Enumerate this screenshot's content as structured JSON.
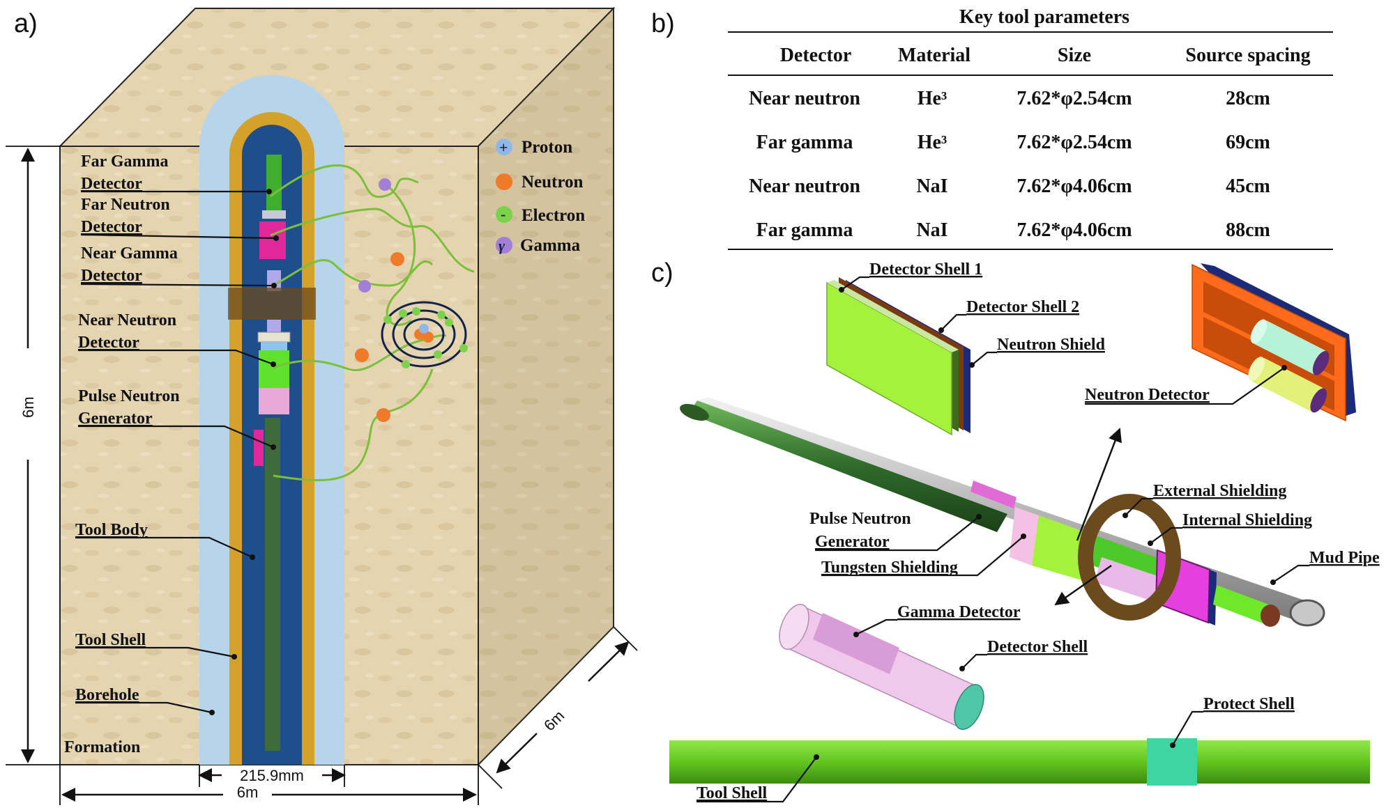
{
  "panels": {
    "a": "a)",
    "b": "b)",
    "c": "c)"
  },
  "panel_a": {
    "labels": {
      "far_gamma_1": "Far Gamma",
      "far_gamma_2": "Detector",
      "far_neutron_1": "Far Neutron",
      "far_neutron_2": "Detector",
      "near_gamma_1": "Near Gamma",
      "near_gamma_2": "Detector",
      "near_neutron_1": "Near Neutron",
      "near_neutron_2": "Detector",
      "png_1": "Pulse Neutron",
      "png_2": "Generator",
      "tool_body": "Tool Body",
      "tool_shell": "Tool Shell",
      "borehole": "Borehole",
      "formation": "Formation"
    },
    "dimensions": {
      "height": "6m",
      "borehole_diameter": "215.9mm",
      "width": "6m",
      "depth": "6m"
    },
    "legend": [
      {
        "symbol": "+",
        "label": "Proton",
        "color": "#8fb8e6"
      },
      {
        "symbol": "",
        "label": "Neutron",
        "color": "#ee7a2a"
      },
      {
        "symbol": "-",
        "label": "Electron",
        "color": "#7cd24a"
      },
      {
        "symbol": "γ",
        "label": "Gamma",
        "color": "#a27ed6"
      }
    ],
    "colors": {
      "formation": "#e3d3ae",
      "borehole": "#b4d3ea",
      "tool_shell": "#d4a22a",
      "tool_body": "#1f4e8c",
      "inner_rod": "#3f6b3a"
    }
  },
  "panel_b": {
    "title": "Key tool parameters",
    "columns": [
      "Detector",
      "Material",
      "Size",
      "Source spacing"
    ],
    "rows": [
      {
        "detector": "Near neutron",
        "material": "He³",
        "size": "7.62*φ2.54cm",
        "spacing": "28cm"
      },
      {
        "detector": "Far gamma",
        "material": "He³",
        "size": "7.62*φ2.54cm",
        "spacing": "69cm"
      },
      {
        "detector": "Near neutron",
        "material": "NaI",
        "size": "7.62*φ4.06cm",
        "spacing": "45cm"
      },
      {
        "detector": "Far gamma",
        "material": "NaI",
        "size": "7.62*φ4.06cm",
        "spacing": "88cm"
      }
    ]
  },
  "panel_c": {
    "labels": {
      "detector_shell_1": "Detector Shell 1",
      "detector_shell_2": "Detector Shell 2",
      "neutron_shield": "Neutron Shield",
      "neutron_detector": "Neutron Detector",
      "external_shielding": "External Shielding",
      "internal_shielding": "Internal Shielding",
      "pulse_neutron_1": "Pulse Neutron",
      "pulse_neutron_2": "Generator",
      "tungsten_shielding": "Tungsten Shielding",
      "mud_pipe": "Mud Pipe",
      "gamma_detector": "Gamma Detector",
      "detector_shell": "Detector Shell",
      "protect_shell": "Protect Shell",
      "tool_shell": "Tool Shell"
    }
  }
}
